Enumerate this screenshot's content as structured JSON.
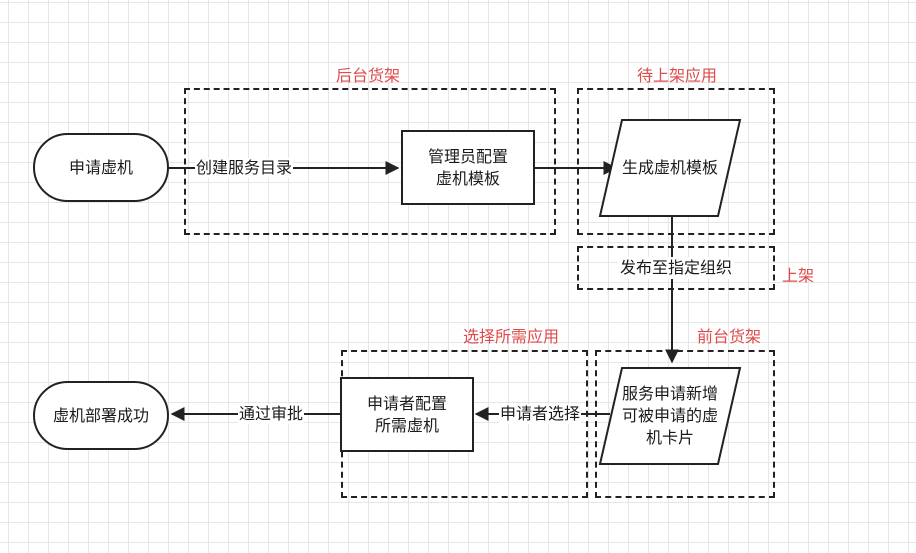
{
  "groups": {
    "backend_shelf": "后台货架",
    "pending_app": "待上架应用",
    "publish_stage": "上架",
    "frontend_shelf": "前台货架",
    "select_app": "选择所需应用"
  },
  "nodes": {
    "apply_vm": "申请虚机",
    "admin_config": "管理员配置虚机模板",
    "generate_template": "生成虚机模板",
    "publish_org": "发布至指定组织",
    "new_card": "服务申请新增可被申请的虚机卡片",
    "applicant_config": "申请者配置所需虚机",
    "deploy_success": "虚机部署成功"
  },
  "edges": {
    "create_catalog": "创建服务目录",
    "applicant_select": "申请者选择",
    "approve": "通过审批"
  }
}
